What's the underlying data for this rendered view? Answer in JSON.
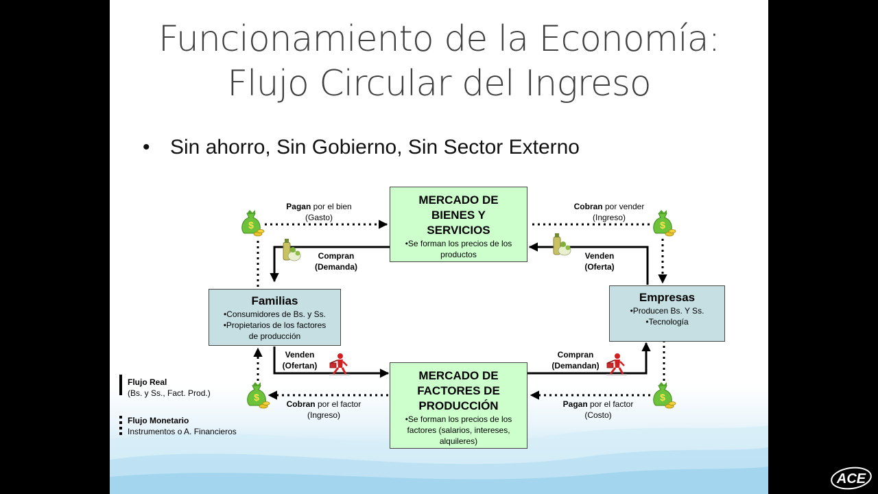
{
  "slide": {
    "title_line1": "Funcionamiento de la Economía:",
    "title_line2": "Flujo Circular del Ingreso",
    "bullet": "Sin ahorro, Sin Gobierno, Sin Sector Externo"
  },
  "boxes": {
    "bienes": {
      "title_l1": "MERCADO DE",
      "title_l2": "BIENES Y",
      "title_l3": "SERVICIOS",
      "note_l1": "•Se forman los precios de los",
      "note_l2": "productos"
    },
    "factores": {
      "title_l1": "MERCADO DE",
      "title_l2": "FACTORES DE",
      "title_l3": "PRODUCCIÓN",
      "note_l1": "•Se forman los precios de los",
      "note_l2": "factores (salarios, intereses,",
      "note_l3": "alquileres)"
    },
    "familias": {
      "title": "Familias",
      "l1": "•Consumidores de Bs. y Ss.",
      "l2": "•Propietarios de los factores",
      "l3": "de producción"
    },
    "empresas": {
      "title": "Empresas",
      "l1": "•Producen Bs. Y Ss.",
      "l2": "•Tecnología"
    }
  },
  "labels": {
    "pagan_bien": {
      "bold": "Pagan",
      "rest": " por el bien",
      "sub": "(Gasto)"
    },
    "cobran_vender": {
      "bold": "Cobran",
      "rest": " por vender",
      "sub": "(Ingreso)"
    },
    "compran_demanda": {
      "l1": "Compran",
      "l2": "(Demanda)"
    },
    "venden_oferta": {
      "l1": "Venden",
      "l2": "(Oferta)"
    },
    "venden_ofertan": {
      "l1": "Venden",
      "l2": "(Ofertan)"
    },
    "compran_demandan": {
      "l1": "Compran",
      "l2": "(Demandan)"
    },
    "cobran_factor": {
      "bold": "Cobran",
      "rest": " por el factor",
      "sub": "(Ingreso)"
    },
    "pagan_factor": {
      "bold": "Pagan",
      "rest": " por el factor",
      "sub": "(Costo)"
    }
  },
  "legend": {
    "real_title": "Flujo Real",
    "real_sub": "(Bs. y Ss., Fact. Prod.)",
    "monetario_title": "Flujo Monetario",
    "monetario_sub": "Instrumentos o A. Financieros"
  },
  "icons": {
    "money": "money-bag-icon",
    "goods": "goods-icon",
    "worker": "worker-icon"
  },
  "watermark": "ACE",
  "colors": {
    "box_green": "#ccffcc",
    "box_blue": "#c6dfe3",
    "money": "#5cb82e",
    "coin": "#e8c22a"
  }
}
